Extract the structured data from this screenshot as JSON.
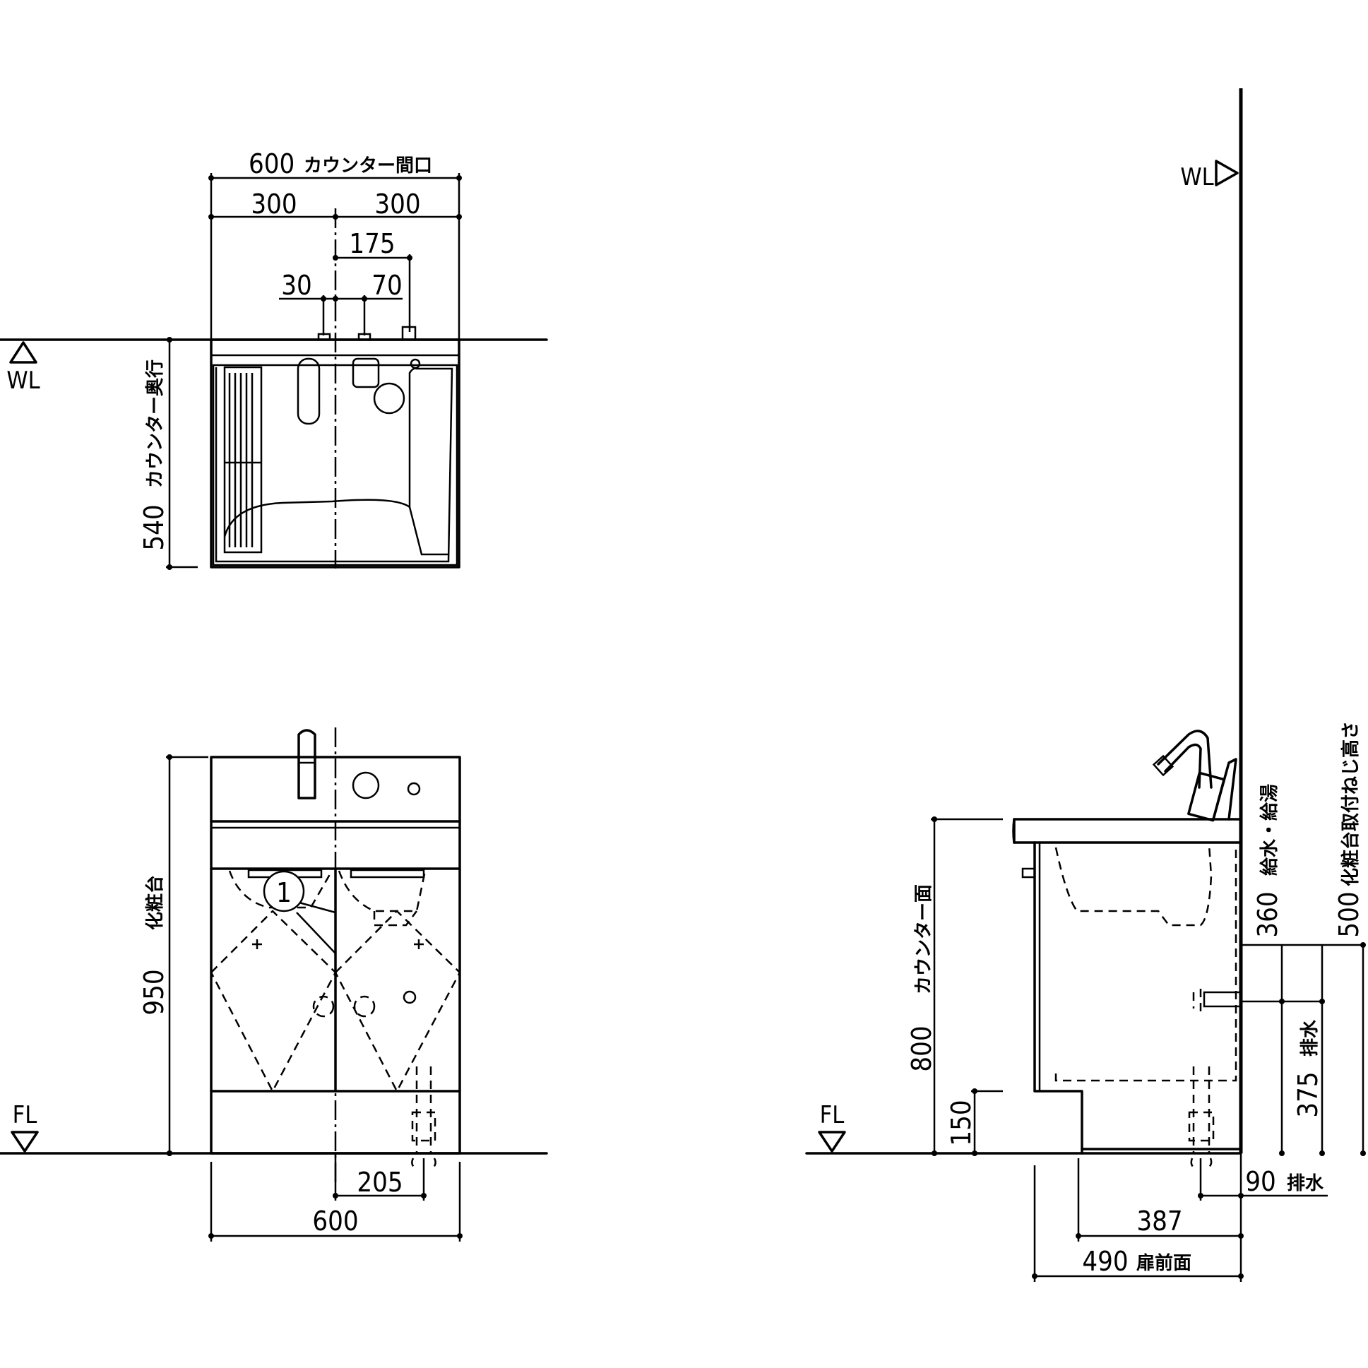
{
  "plan": {
    "dim_total": "600",
    "dim_total_label": "カウンター間口",
    "dim_left": "300",
    "dim_right": "300",
    "dim_175": "175",
    "dim_30": "30",
    "dim_70": "70",
    "depth_value": "540",
    "depth_label": "カウンター奥行",
    "wl": "WL"
  },
  "front": {
    "height_value": "950",
    "height_label": "化粧台",
    "fl": "FL",
    "callout": "1",
    "dim_205": "205",
    "dim_600": "600"
  },
  "side": {
    "wl": "WL",
    "fl": "FL",
    "counter_value": "800",
    "counter_label": "カウンター面",
    "kick_value": "150",
    "supply_value": "360",
    "supply_label": "給水・給湯",
    "mount_value": "500",
    "mount_label": "化粧台取付ねじ高さ",
    "drain_value": "375",
    "drain_label": "排水",
    "drain_off_value": "90",
    "drain_off_label": "排水",
    "dim_387": "387",
    "door_value": "490",
    "door_label": "扉前面"
  }
}
